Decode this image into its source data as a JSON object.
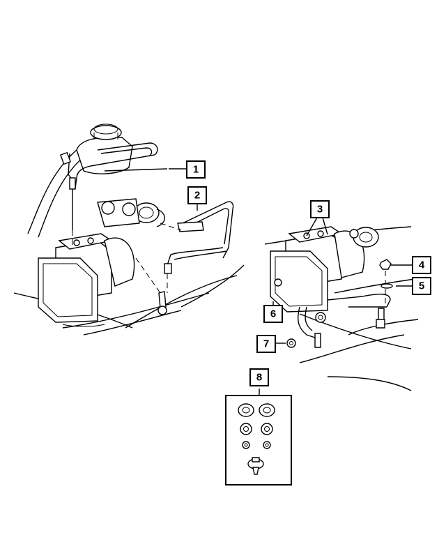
{
  "diagram": {
    "callouts": [
      {
        "id": "1",
        "label": "1"
      },
      {
        "id": "2",
        "label": "2"
      },
      {
        "id": "3",
        "label": "3"
      },
      {
        "id": "4",
        "label": "4"
      },
      {
        "id": "5",
        "label": "5"
      },
      {
        "id": "6",
        "label": "6"
      },
      {
        "id": "7",
        "label": "7"
      },
      {
        "id": "8",
        "label": "8"
      }
    ]
  },
  "colors": {
    "line": "#000000",
    "background": "#ffffff"
  }
}
